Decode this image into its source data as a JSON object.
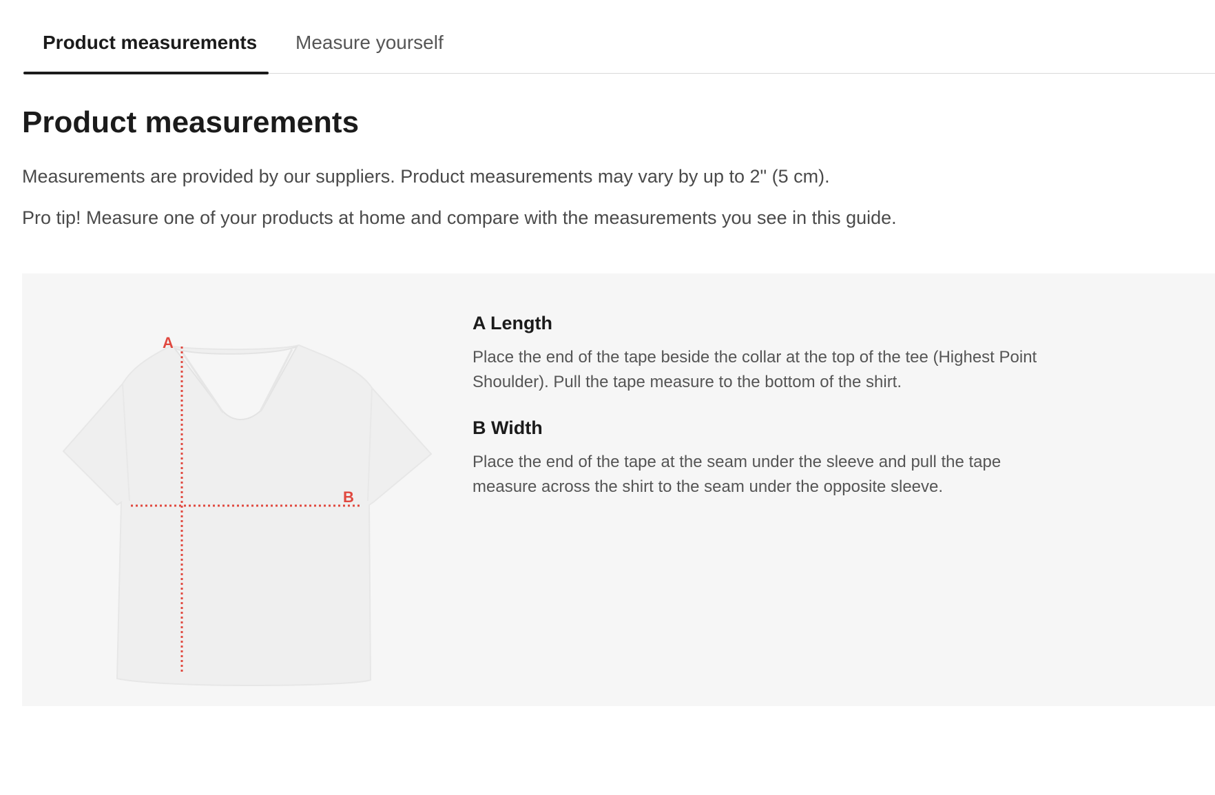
{
  "tabs": {
    "product_measurements": "Product measurements",
    "measure_yourself": "Measure yourself",
    "active": "product_measurements"
  },
  "main": {
    "title": "Product measurements",
    "intro_1": "Measurements are provided by our suppliers. Product measurements may vary by up to 2\" (5 cm).",
    "intro_2": "Pro tip! Measure one of your products at home and compare with the measurements you see in this guide."
  },
  "diagram": {
    "marker_a": "A",
    "marker_b": "B",
    "marker_color": "#e0483f",
    "shirt_color": "#f0f0f0"
  },
  "measurements": [
    {
      "title": "A Length",
      "description": "Place the end of the tape beside the collar at the top of the tee (Highest Point Shoulder). Pull the tape measure to the bottom of the shirt."
    },
    {
      "title": "B Width",
      "description": "Place the end of the tape at the seam under the sleeve and pull the tape measure across the shirt to the seam under the opposite sleeve."
    }
  ],
  "colors": {
    "accent": "#1b1b1b",
    "panel_background": "#f6f6f6",
    "divider": "#d9d9d9"
  }
}
